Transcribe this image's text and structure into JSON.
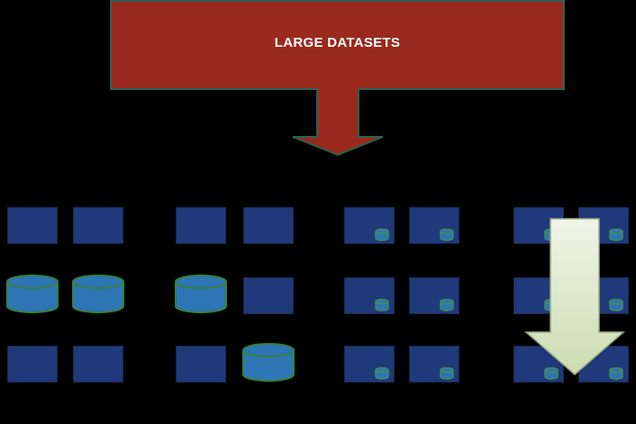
{
  "title_box": {
    "label": "LARGE DATASETS",
    "fill": "#9A2A1D",
    "border_color": "#2E5F51",
    "text_color": "#FFFFFF"
  },
  "arrows": {
    "flow_arrow": {
      "fill": "#9A2A1D",
      "border_color": "#2E5F51"
    },
    "distribute_arrow": {
      "fill_top": "#F0F4E8",
      "fill_bottom": "#CBDDB0",
      "border_color": "#9AA884"
    }
  },
  "nodes": {
    "rect_fill": "#20397A",
    "rect_border": "#16294F",
    "cylinder_fill": "#2E75B6",
    "cylinder_border": "#35823E",
    "mini_cylinder_border": "#43914F"
  },
  "clusters": [
    {
      "name": "server-cluster-1",
      "cells": [
        "server",
        "server",
        "database",
        "database",
        "server",
        "server"
      ]
    },
    {
      "name": "server-cluster-2",
      "cells": [
        "server",
        "server",
        "database",
        "server",
        "server",
        "database"
      ]
    },
    {
      "name": "server-cluster-3",
      "cells": [
        "server-with-database",
        "server-with-database",
        "server-with-database",
        "server-with-database",
        "server-with-database",
        "server-with-database"
      ]
    },
    {
      "name": "server-cluster-4",
      "cells": [
        "server-with-database",
        "server-with-database",
        "server-with-database",
        "server-with-database",
        "server-with-database",
        "server-with-database"
      ]
    }
  ]
}
